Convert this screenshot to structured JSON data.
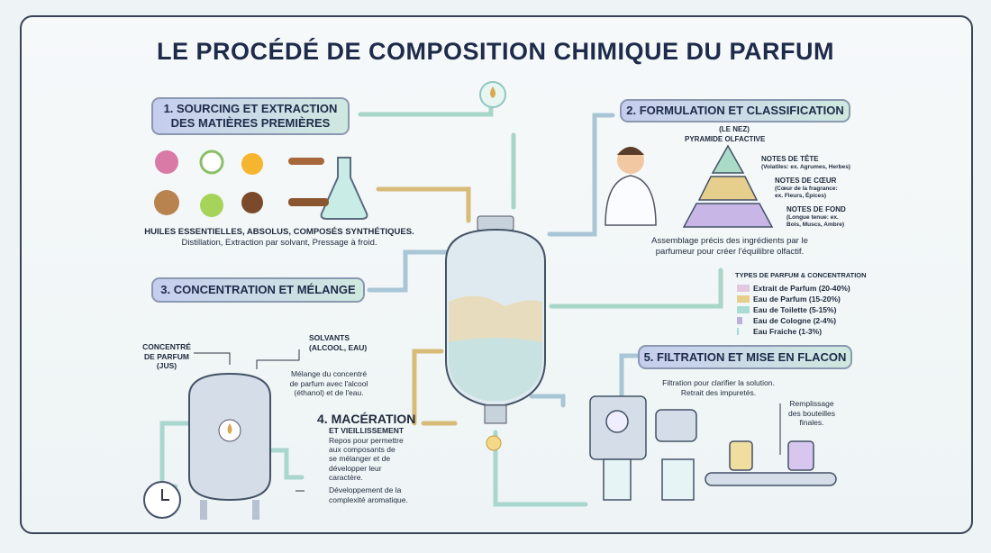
{
  "title": "LE PROCÉDÉ DE COMPOSITION CHIMIQUE DU PARFUM",
  "step1": {
    "title_line1": "1. SOURCING ET EXTRACTION",
    "title_line2": "DES MATIÈRES PREMIÈRES",
    "materials": "HUILES ESSENTIELLES, ABSOLUS, COMPOSÉS SYNTHÉTIQUES.",
    "methods": "Distillation, Extraction par solvant, Pressage à froid."
  },
  "step2": {
    "title": "2. FORMULATION ET CLASSIFICATION",
    "subtitle": "(LE NEZ)",
    "pyramid_title": "PYRAMIDE OLFACTIVE",
    "notes": [
      {
        "label": "NOTES DE TÊTE",
        "desc1": "(Volatiles: ex. Agrumes, Herbes)",
        "desc2": ""
      },
      {
        "label": "NOTES DE CŒUR",
        "desc1": "(Cœur de la fragrance:",
        "desc2": "ex. Fleurs, Épices)"
      },
      {
        "label": "NOTES DE FOND",
        "desc1": "(Longue tenue: ex.",
        "desc2": "Bois, Muscs, Ambre)"
      }
    ],
    "description1": "Assemblage précis des ingrédients par le",
    "description2": "parfumeur pour créer l'équilibre olfactif.",
    "types_title": "TYPES DE PARFUM & CONCENTRATION",
    "types": [
      {
        "label": "Extrait de Parfum (20-40%)",
        "color": "#e3c6df"
      },
      {
        "label": "Eau de Parfum (15-20%)",
        "color": "#e6cf8c"
      },
      {
        "label": "Eau de Toilette (5-15%)",
        "color": "#a9dcd3"
      },
      {
        "label": "Eau de Cologne (2-4%)",
        "color": "#b9b0dc"
      },
      {
        "label": "Eau Fraiche (1-3%)",
        "color": "#9fdcdc"
      }
    ]
  },
  "step3": {
    "title": "3. CONCENTRATION ET MÉLANGE",
    "concentre1": "CONCENTRÉ",
    "concentre2": "DE PARFUM",
    "concentre3": "(JUS)",
    "solvants1": "SOLVANTS",
    "solvants2": "(ALCOOL, EAU)",
    "desc1": "Mélange du concentré",
    "desc2": "de parfum avec l'alcool",
    "desc3": "(éthanol) et de l'eau."
  },
  "step4": {
    "title": "4. MACÉRATION",
    "subtitle": "ET VIEILLISSEMENT",
    "desc": [
      "Repos pour permettre",
      "aux composants de",
      "se mélanger et de",
      "développer leur",
      "caractère."
    ],
    "result1": "Développement de la",
    "result2": "complexité aromatique."
  },
  "step5": {
    "title": "5. FILTRATION ET MISE EN FLACON",
    "desc1": "Filtration pour clarifier la solution.",
    "desc2": "Retrait des impuretés.",
    "fill1": "Remplissage",
    "fill2": "des bouteilles",
    "fill3": "finales."
  },
  "colors": {
    "accent_gold": "#d9b46a",
    "accent_teal": "#8fc7c0",
    "navy": "#1e2b4a"
  }
}
